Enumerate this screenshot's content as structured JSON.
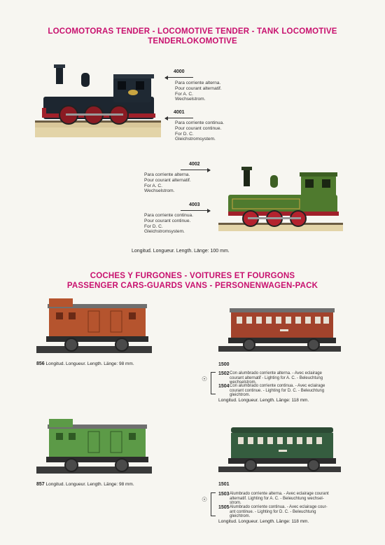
{
  "section1": {
    "title_line1": "LOCOMOTORAS TENDER - LOCOMOTIVE TENDER - TANK LOCOMOTIVE",
    "title_line2": "TENDERLOKOMOTIVE"
  },
  "loco_black": {
    "ac": {
      "code": "4000",
      "lines": [
        "Para corriente alterna.",
        "Pour courant alternatif.",
        "For A. C.",
        "Wechselstrom."
      ]
    },
    "dc": {
      "code": "4001",
      "lines": [
        "Para corriente continua.",
        "Pour courant continue.",
        "For D. C.",
        "Gleichstromsystem."
      ]
    }
  },
  "loco_green": {
    "ac": {
      "code": "4002",
      "lines": [
        "Para corriente alterna.",
        "Pour courant alternatif.",
        "For A. C.",
        "Wechselstrom."
      ]
    },
    "dc": {
      "code": "4003",
      "lines": [
        "Para corriente continua.",
        "Pour courant continue.",
        "For D. C.",
        "Gleichstromsystem."
      ]
    }
  },
  "loco_length": "Longitud. Longueur. Length. Länge: 100 mm.",
  "section2": {
    "title_line1": "COCHES Y FURGONES - VOITURES ET FOURGONS",
    "title_line2": "PASSENGER CARS-GUARDS VANS - PERSONENWAGEN-PACK"
  },
  "van_brown": {
    "code": "856",
    "length": "Longitud. Longueur. Length. Länge: 98 mm."
  },
  "van_green": {
    "code": "857",
    "length": "Longitud. Longueur. Length. Länge: 98 mm."
  },
  "coach_brown": {
    "code": "1500",
    "v1": {
      "code": "1502",
      "lines": [
        "Con alumbrado corriente alterna. - Avec eclairage",
        "courant alternatif - Lighting for A. C. - Beleuchtung",
        "wechselstrom."
      ]
    },
    "v2": {
      "code": "1504",
      "lines": [
        "Con alumbrado corriente continua. - Avec eclairage",
        "courant continue. - Lighting for D. C. - Beleuchtung",
        "gleichtrom."
      ]
    },
    "length": "Longitud. Longueur. Length. Länge: 118 mm."
  },
  "coach_green": {
    "code": "1501",
    "v1": {
      "code": "1503",
      "lines": [
        "Alumbrado corriente alterna. - Avec eclairage courant",
        "alternatif. Lighting for A. C. - Beleuchtung wechsel-",
        "strom."
      ]
    },
    "v2": {
      "code": "1505",
      "lines": [
        "Alumbrado corriente continua. - Avec eclairage cour-",
        "ant continue. - Lighting for D. C. - Beleuchtung",
        "gleichtrom."
      ]
    },
    "length": "Longitud. Longueur. Length. Länge: 118 mm."
  },
  "colors": {
    "title": "#c8106e",
    "loco_black": "#1d2630",
    "loco_green": "#4f7a2e",
    "van_brown": "#b5542e",
    "van_green": "#5c9a47",
    "coach_brown": "#a2432c",
    "coach_green": "#355d3f"
  },
  "icons": {
    "bulb": "lightbulb-icon"
  }
}
